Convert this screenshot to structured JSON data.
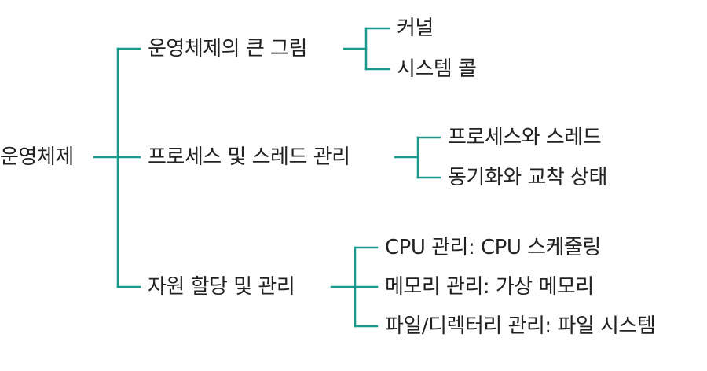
{
  "colors": {
    "line": "#1a9a8e",
    "text": "#222222"
  },
  "tree": {
    "root": "운영체제",
    "branches": [
      {
        "label": "운영체제의 큰 그림",
        "children": [
          "커널",
          "시스템 콜"
        ]
      },
      {
        "label": "프로세스 및 스레드 관리",
        "children": [
          "프로세스와 스레드",
          "동기화와 교착 상태"
        ]
      },
      {
        "label": "자원 할당 및 관리",
        "children": [
          "CPU 관리: CPU 스케줄링",
          "메모리 관리: 가상 메모리",
          "파일/디렉터리 관리: 파일 시스템"
        ]
      }
    ]
  }
}
